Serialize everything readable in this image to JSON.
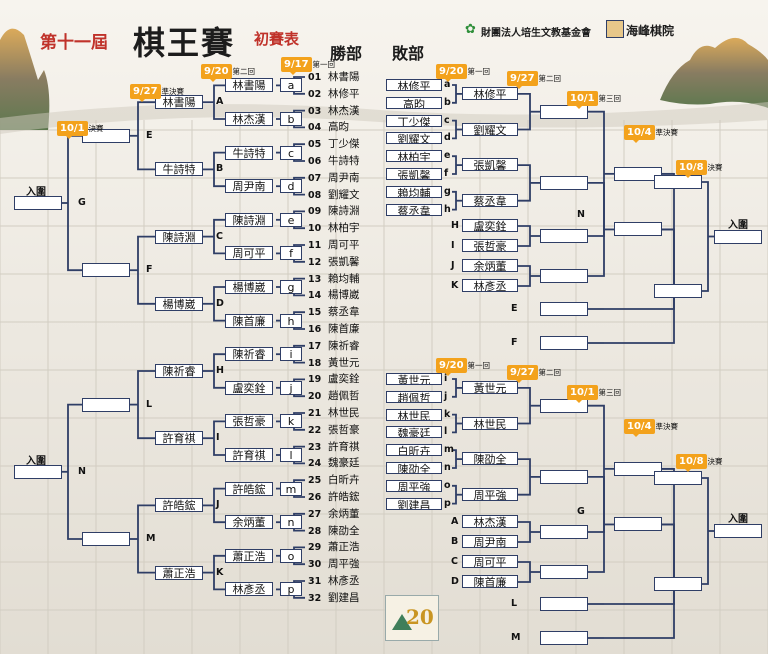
{
  "header": {
    "title_pre": "第十一屆",
    "title_main": "棋王賽",
    "title_post": "初賽表",
    "col_winners": "勝部",
    "col_losers": "敗部",
    "sponsor": "財團法人培生文教基金會",
    "host": "海峰棋院",
    "logo_text": "20"
  },
  "rounds": {
    "r1": {
      "date": "9/17",
      "label": "第一回"
    },
    "r2": {
      "date": "9/20",
      "label": "第二回"
    },
    "qf": {
      "date": "9/27",
      "label": "準決賽"
    },
    "fin": {
      "date": "10/1",
      "label": "決賽"
    },
    "lb_r1": {
      "date": "9/20",
      "label": "第一回"
    },
    "lb_r2": {
      "date": "9/27",
      "label": "第二回"
    },
    "lb_r3": {
      "date": "10/1",
      "label": "第三回"
    },
    "lb_qf": {
      "date": "10/4",
      "label": "準決賽"
    },
    "lb_fin": {
      "date": "10/8",
      "label": "決賽"
    }
  },
  "qualify_label": "入圍",
  "players": [
    "林書陽",
    "林修平",
    "林杰漢",
    "高昀",
    "丁少傑",
    "牛詩特",
    "周尹南",
    "劉耀文",
    "陳詩淵",
    "林柏宇",
    "周可平",
    "張凱馨",
    "賴均輔",
    "楊博崴",
    "蔡丞韋",
    "陳首廉",
    "陳祈睿",
    "黃世元",
    "盧奕銓",
    "趙佩哲",
    "林世民",
    "張哲豪",
    "許育祺",
    "魏豪廷",
    "白昕卉",
    "許皓鋐",
    "余炳董",
    "陳劭全",
    "蕭正浩",
    "周平強",
    "林彥丞",
    "劉建昌"
  ],
  "winners": {
    "r1_letters": [
      "a",
      "b",
      "c",
      "d",
      "e",
      "f",
      "g",
      "h",
      "i",
      "j",
      "k",
      "l",
      "m",
      "n",
      "o",
      "p"
    ],
    "r1_winners": [
      "林書陽",
      "林杰漢",
      "牛詩特",
      "周尹南",
      "陳詩淵",
      "周可平",
      "楊博崴",
      "陳首廉",
      "陳祈睿",
      "盧奕銓",
      "張哲豪",
      "許育祺",
      "許皓鋐",
      "余炳董",
      "蕭正浩",
      "林彥丞"
    ],
    "r2_letters": [
      "A",
      "B",
      "C",
      "D",
      "H",
      "I",
      "J",
      "K"
    ],
    "r2_winners": [
      "林書陽",
      "牛詩特",
      "陳詩淵",
      "楊博崴",
      "陳祈睿",
      "許育祺",
      "許皓鋐",
      "蕭正浩"
    ],
    "qf_letters": [
      "E",
      "F",
      "L",
      "M"
    ],
    "sf_letters": [
      "G",
      "N"
    ]
  },
  "losers_top": {
    "r1_entries": [
      "林修平",
      "高昀",
      "丁少傑",
      "劉耀文",
      "林柏宇",
      "張凱馨",
      "賴均輔",
      "蔡丞韋"
    ],
    "r1_letters": [
      "a",
      "b",
      "c",
      "d",
      "e",
      "f",
      "g",
      "h"
    ],
    "r1_winners": [
      "林修平",
      "劉耀文",
      "張凱馨",
      "蔡丞韋"
    ],
    "r2_entries": [
      "盧奕銓",
      "張哲豪",
      "余炳董",
      "林彥丞"
    ],
    "r2_letters": [
      "H",
      "I",
      "J",
      "K"
    ],
    "r3_letters": [
      "E",
      "F"
    ],
    "mid_letter": "N"
  },
  "losers_bottom": {
    "r1_entries": [
      "黃世元",
      "趙佩哲",
      "林世民",
      "魏豪廷",
      "白昕卉",
      "陳劭全",
      "周平強",
      "劉建昌"
    ],
    "r1_letters": [
      "i",
      "j",
      "k",
      "l",
      "m",
      "n",
      "o",
      "p"
    ],
    "r1_winners": [
      "黃世元",
      "林世民",
      "陳劭全",
      "周平強"
    ],
    "r2_entries": [
      "林杰漢",
      "周尹南",
      "周可平",
      "陳首廉"
    ],
    "r2_letters": [
      "A",
      "B",
      "C",
      "D"
    ],
    "r3_letters": [
      "L",
      "M"
    ],
    "mid_letter": "G"
  },
  "colors": {
    "line": "#2f3e66",
    "badge": "#f3a21c",
    "title_red": "#c0322a",
    "title_dark": "#1c1c1c",
    "green": "#2f8f3a"
  }
}
